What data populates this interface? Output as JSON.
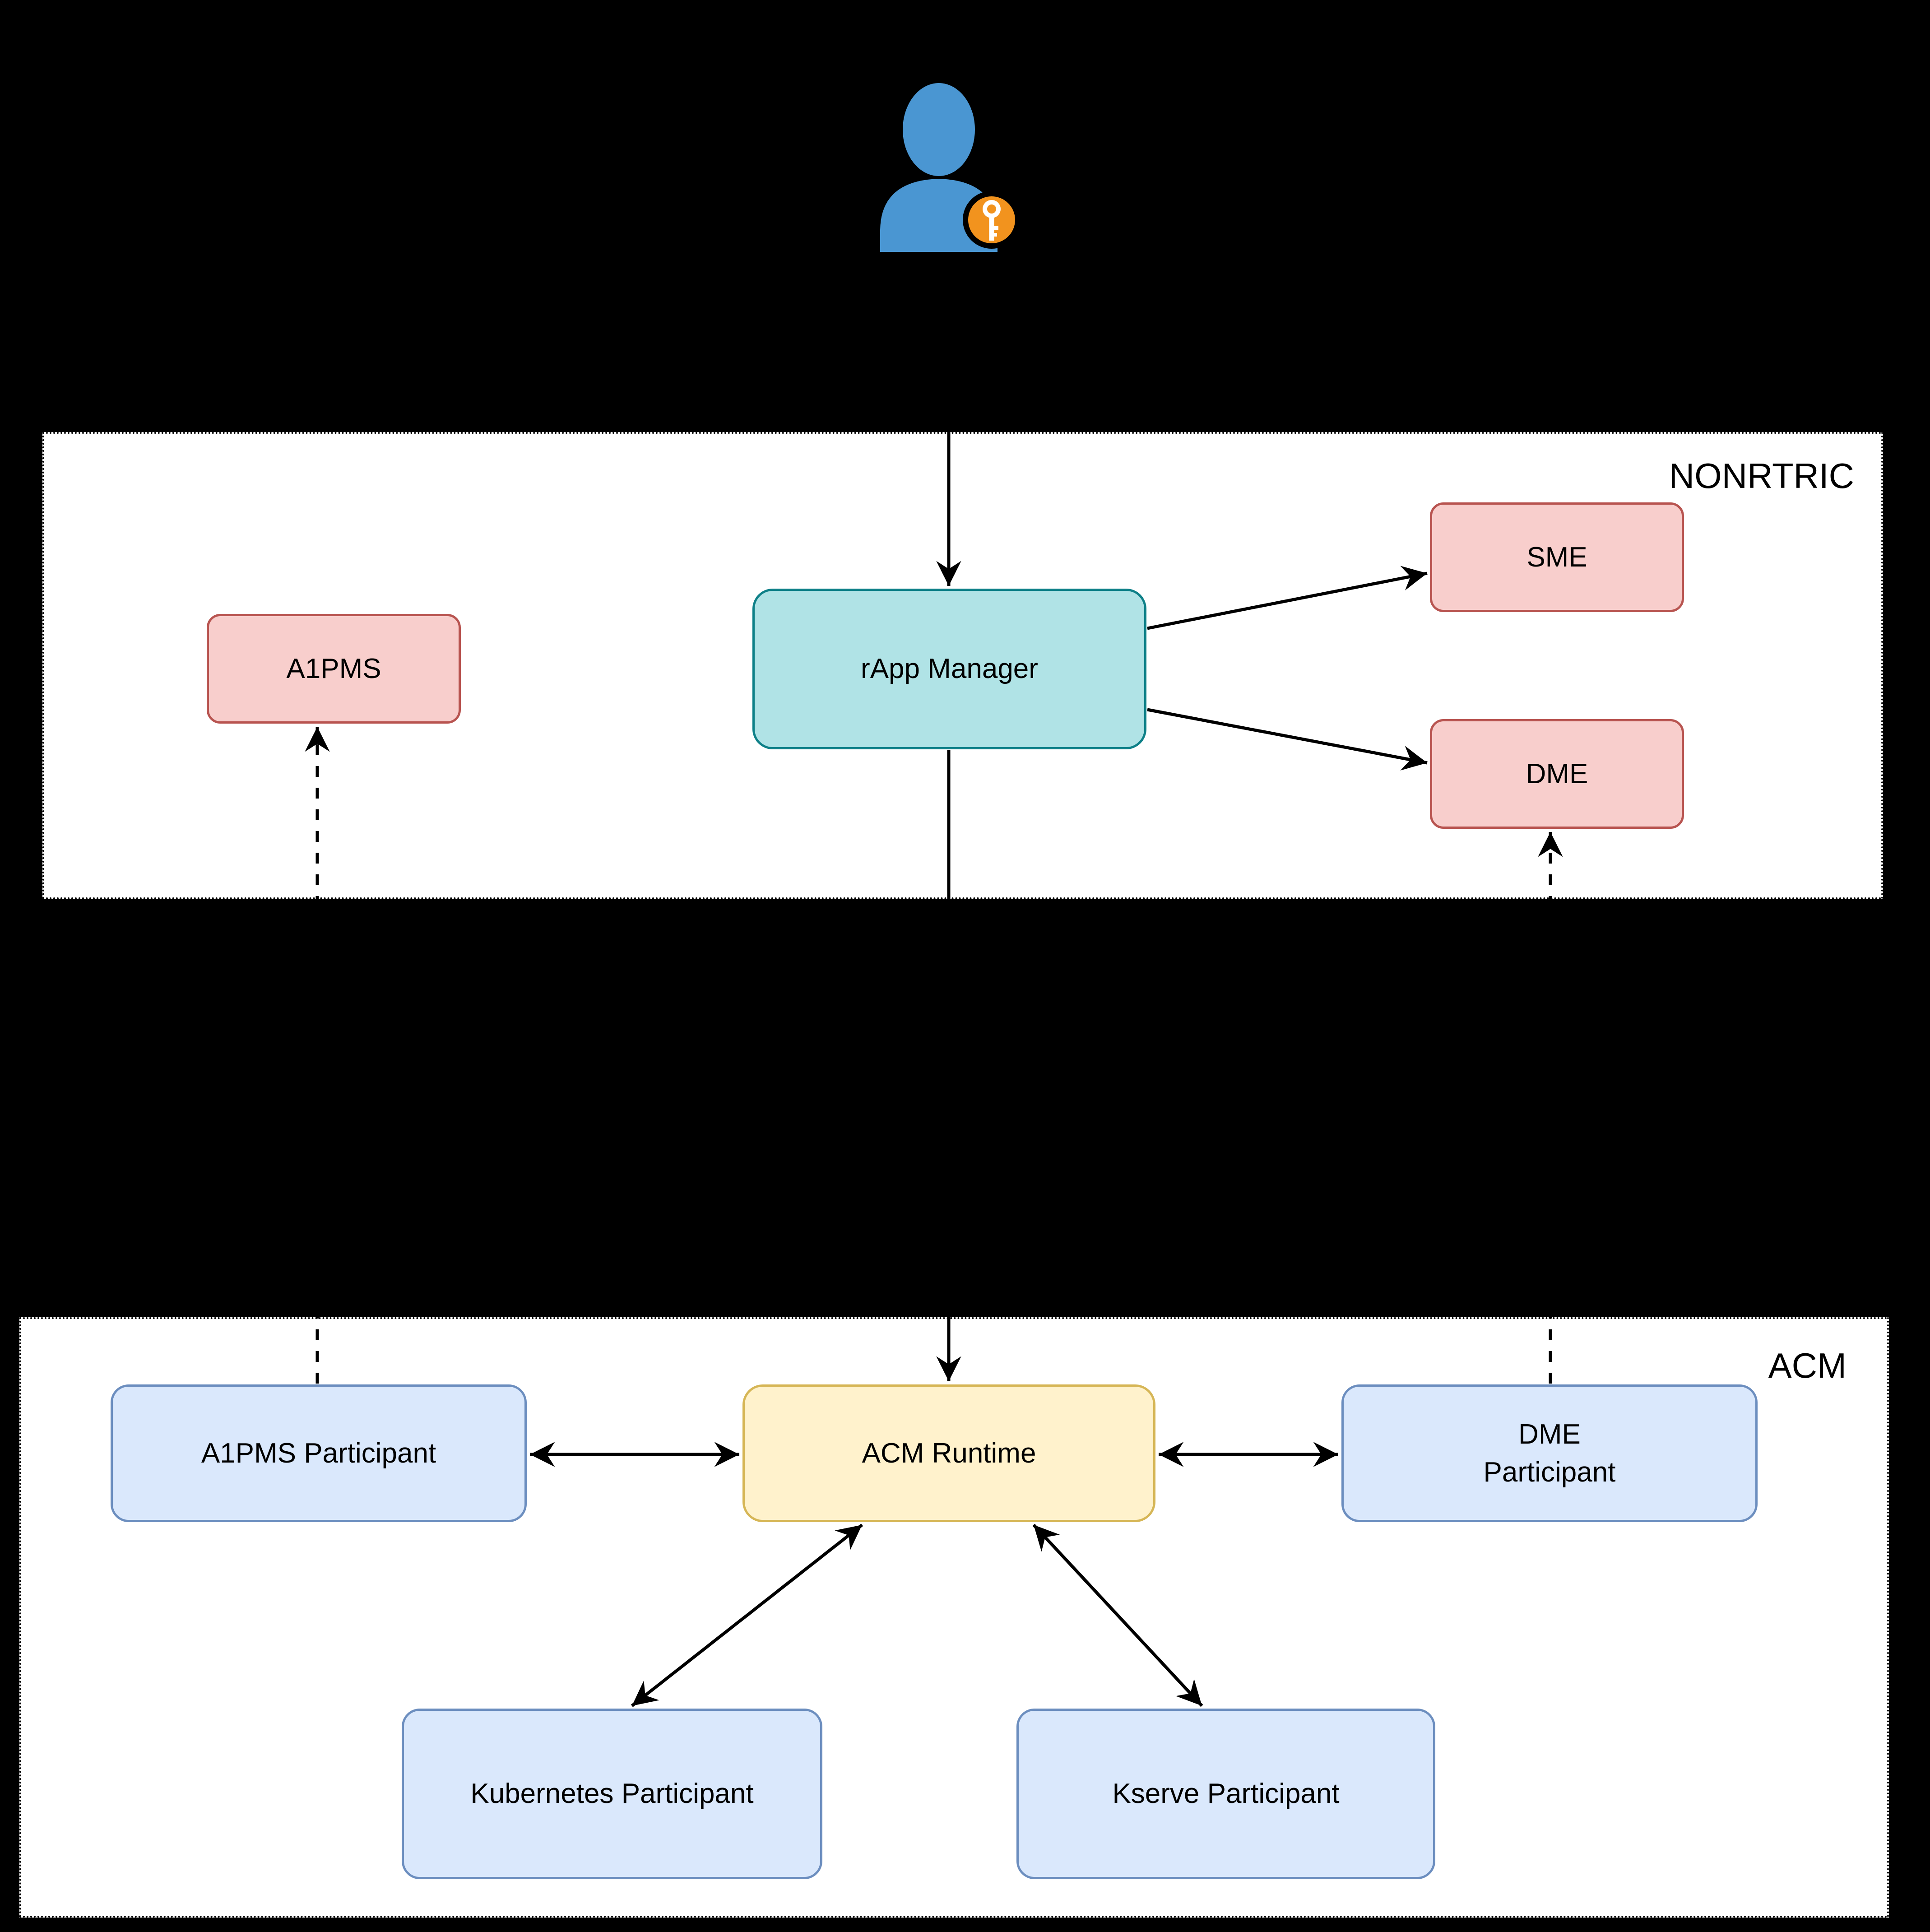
{
  "sections": {
    "nonrtric": {
      "label": "NONRTRIC"
    },
    "acm": {
      "label": "ACM"
    }
  },
  "nodes": {
    "a1pms": {
      "label": "A1PMS"
    },
    "rapp_manager": {
      "label": "rApp Manager"
    },
    "sme": {
      "label": "SME"
    },
    "dme": {
      "label": "DME"
    },
    "a1pms_participant": {
      "label": "A1PMS Participant"
    },
    "acm_runtime": {
      "label": "ACM Runtime"
    },
    "dme_participant": {
      "label": "DME\nParticipant"
    },
    "kubernetes_participant": {
      "label": "Kubernetes Participant"
    },
    "kserve_participant": {
      "label": "Kserve Participant"
    }
  },
  "icons": {
    "user": "user-icon",
    "key": "key-icon"
  },
  "colors": {
    "canvas_bg": "#000000",
    "section_bg": "#FFFFFF",
    "line": "#000000",
    "person_blue": "#4A96D2",
    "badge_orange": "#F2931E",
    "pink_fill": "#F8CECC",
    "pink_stroke": "#B85450",
    "teal_fill": "#B0E3E6",
    "teal_stroke": "#0E8088",
    "blue_fill": "#DAE8FC",
    "blue_stroke": "#6C8EBF",
    "yellow_fill": "#FFF2CC",
    "yellow_stroke": "#D6B656"
  }
}
